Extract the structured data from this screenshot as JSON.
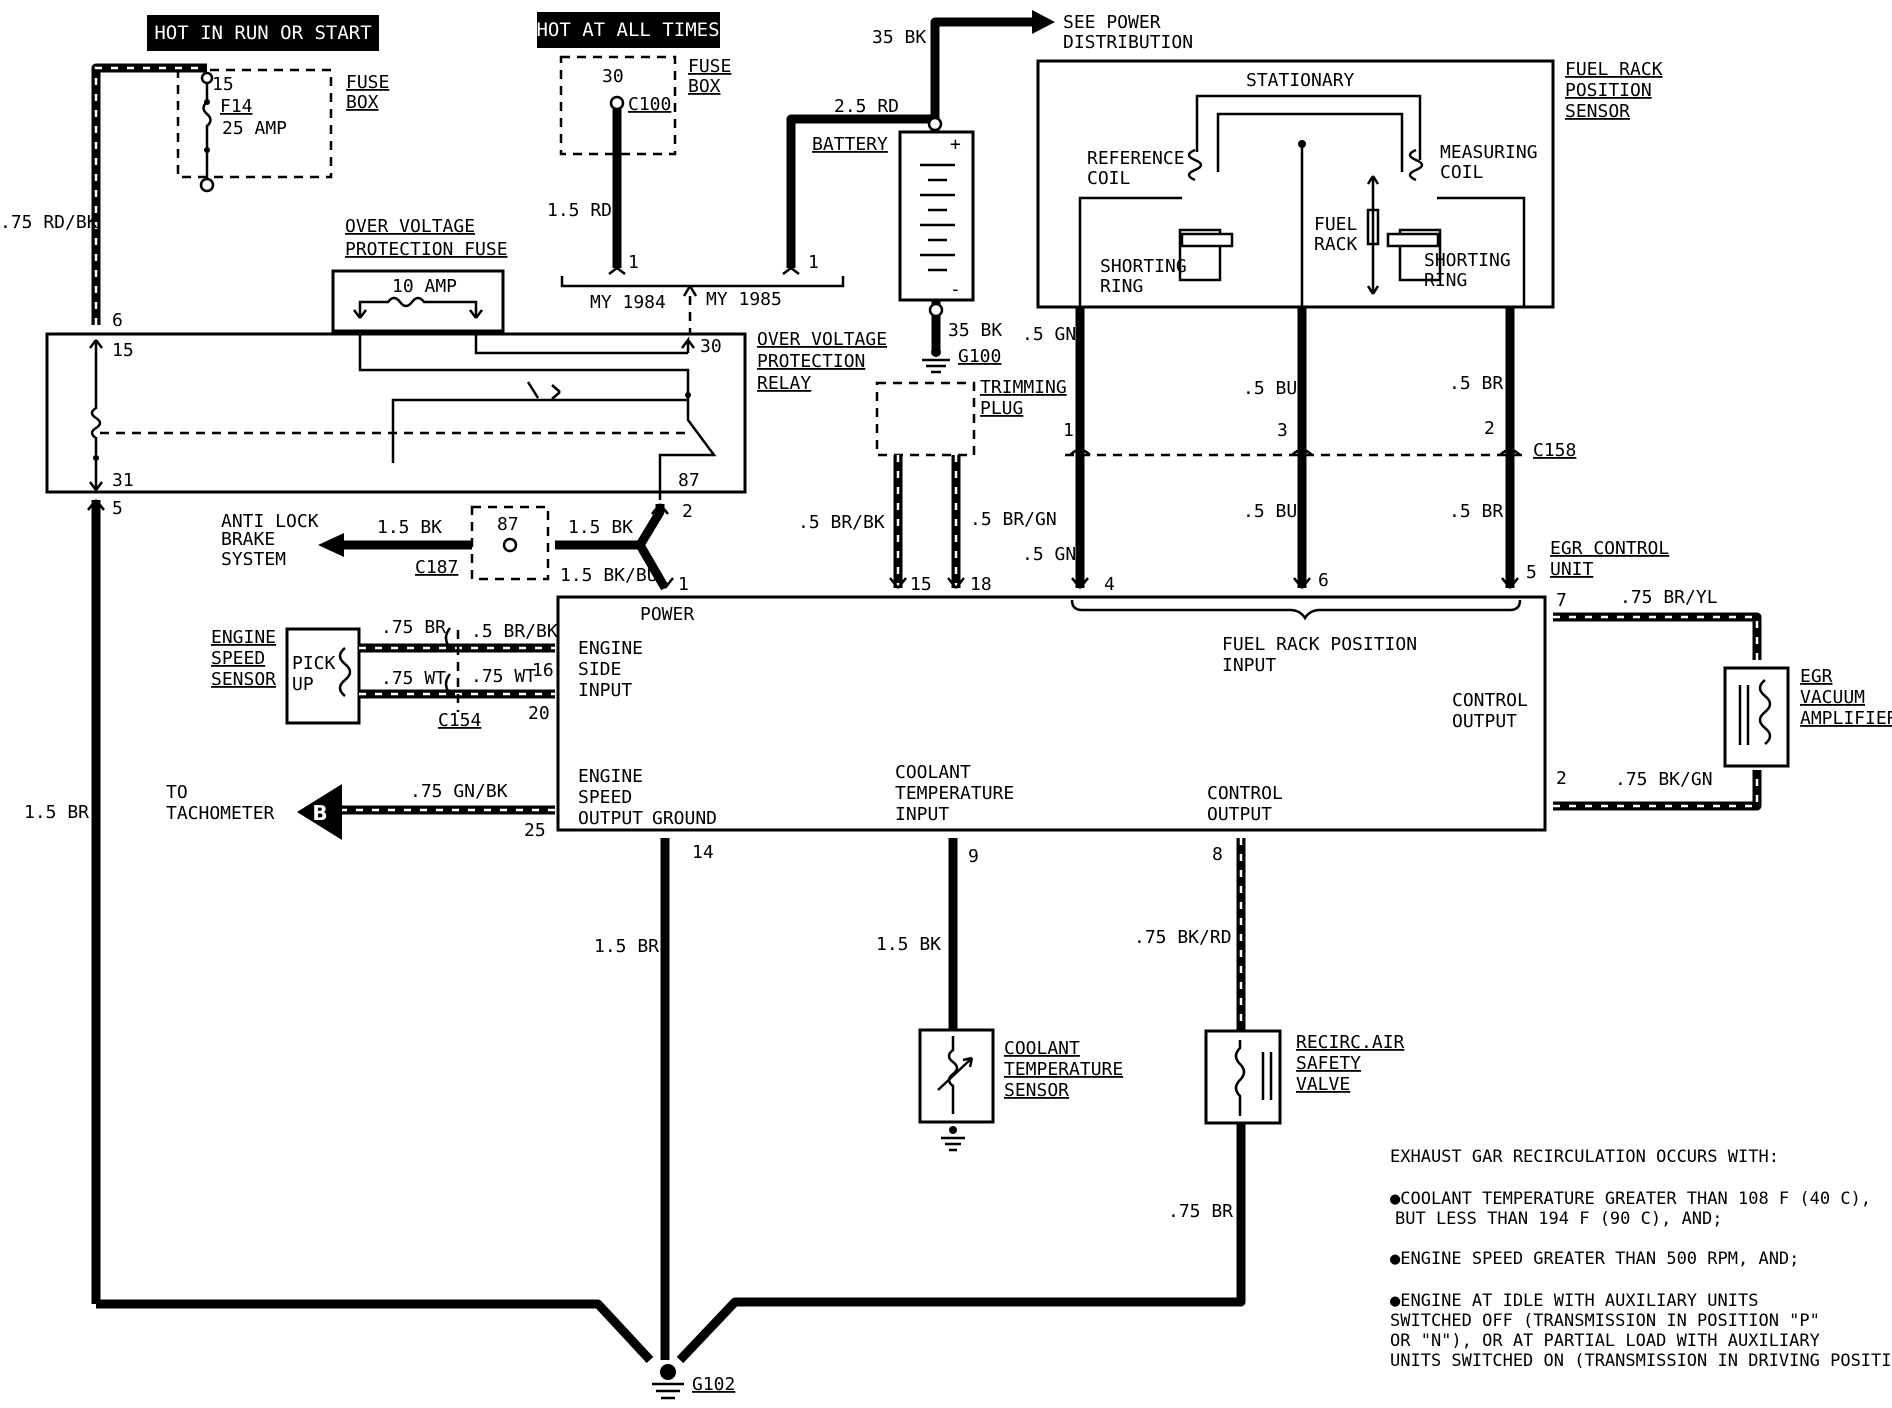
{
  "headers": {
    "hot_run_start": "HOT IN RUN OR START",
    "hot_all_times": "HOT AT ALL TIMES"
  },
  "fuse_box_left": {
    "terminal": "15",
    "fuse": "F14",
    "rating": "25 AMP",
    "label_1": "FUSE",
    "label_2": "BOX"
  },
  "fuse_box_right": {
    "terminal": "30",
    "connector": "C100",
    "label_1": "FUSE",
    "label_2": "BOX"
  },
  "ov_fuse": {
    "label_1": "OVER VOLTAGE",
    "label_2": "PROTECTION FUSE",
    "rating": "10 AMP"
  },
  "ov_relay": {
    "label_1": "OVER VOLTAGE",
    "label_2": "PROTECTION",
    "label_3": "RELAY",
    "pin_15": "15",
    "pin_30": "30",
    "pin_31": "31",
    "pin_87": "87",
    "pin_6": "6",
    "pin_5": "5",
    "pin_2": "2"
  },
  "model_year": {
    "my1984": "MY 1984",
    "my1985": "MY 1985",
    "pin_a": "1",
    "pin_b": "1"
  },
  "battery": {
    "label": "BATTERY",
    "plus": "+",
    "minus": "-",
    "ground": "G100"
  },
  "power_dist": {
    "label_1": "SEE POWER",
    "label_2": "DISTRIBUTION"
  },
  "trimming_plug": {
    "label_1": "TRIMMING",
    "label_2": "PLUG"
  },
  "frps": {
    "stationary": "STATIONARY",
    "ref_coil_1": "REFERENCE",
    "ref_coil_2": "COIL",
    "meas_coil_1": "MEASURING",
    "meas_coil_2": "COIL",
    "fuel_rack_1": "FUEL",
    "fuel_rack_2": "RACK",
    "short_l_1": "SHORTING",
    "short_l_2": "RING",
    "short_r_1": "SHORTING",
    "short_r_2": "RING",
    "label_1": "FUEL RACK",
    "label_2": "POSITION",
    "label_3": "SENSOR"
  },
  "abs": {
    "label_1": "ANTI LOCK",
    "label_2": "BRAKE",
    "label_3": "SYSTEM",
    "pin": "87",
    "connector": "C187"
  },
  "engine_speed_sensor": {
    "label_1": "ENGINE",
    "label_2": "SPEED",
    "label_3": "SENSOR",
    "pick_1": "PICK",
    "pick_2": "UP",
    "connector": "C154"
  },
  "tach": {
    "label_1": "TO",
    "label_2": "TACHOMETER",
    "arrow": "B"
  },
  "egr_unit": {
    "label_1": "EGR CONTROL",
    "label_2": "UNIT",
    "power": "POWER",
    "eng_side_1": "ENGINE",
    "eng_side_2": "SIDE",
    "eng_side_3": "INPUT",
    "frp_in_1": "FUEL RACK POSITION",
    "frp_in_2": "INPUT",
    "ctrl_out_r_1": "CONTROL",
    "ctrl_out_r_2": "OUTPUT",
    "eso_1": "ENGINE",
    "eso_2": "SPEED",
    "eso_3": "OUTPUT",
    "ground": "GROUND",
    "cti_1": "COOLANT",
    "cti_2": "TEMPERATURE",
    "cti_3": "INPUT",
    "ctrl_out_b_1": "CONTROL",
    "ctrl_out_b_2": "OUTPUT",
    "pins": {
      "p1": "1",
      "p15": "15",
      "p18": "18",
      "p4": "4",
      "p6": "6",
      "p5": "5",
      "p7": "7",
      "p2": "2",
      "p16": "16",
      "p20": "20",
      "p25": "25",
      "p14": "14",
      "p9": "9",
      "p8": "8"
    }
  },
  "egr_vac": {
    "label_1": "EGR",
    "label_2": "VACUUM",
    "label_3": "AMPLIFIER"
  },
  "coolant_sensor": {
    "label_1": "COOLANT",
    "label_2": "TEMPERATURE",
    "label_3": "SENSOR"
  },
  "recirc": {
    "label_1": "RECIRC.AIR",
    "label_2": "SAFETY",
    "label_3": "VALVE"
  },
  "c158": {
    "label": "C158",
    "pin_1": "1",
    "pin_3": "3",
    "pin_2": "2"
  },
  "ground_main": "G102",
  "wires": {
    "rd_bk": ".75 RD/BK",
    "rd_15": "1.5 RD",
    "rd_25": "2.5 RD",
    "bk_35_top": "35 BK",
    "bk_35_bat": "35 BK",
    "bk_15_abs": "1.5 BK",
    "bk_15_b": "1.5 BK",
    "bk_bu": "1.5 BK/BU",
    "br_bk": ".5 BR/BK",
    "br_gn": ".5 BR/GN",
    "gn_top": ".5 GN",
    "bu_top": ".5 BU",
    "br_top": ".5 BR",
    "gn_bot": ".5 GN",
    "bu_bot": ".5 BU",
    "br_bot": ".5 BR",
    "br_yl": ".75 BR/YL",
    "bk_gn": ".75 BK/GN",
    "br_75": ".75 BR",
    "br_bk_5": ".5 BR/BK",
    "wt_75a": ".75 WT",
    "wt_75b": ".75 WT",
    "gn_bk": ".75 GN/BK",
    "br_15_left": "1.5 BR",
    "br_15_mid": "1.5 BR",
    "bk_15_cool": "1.5 BK",
    "bk_rd": ".75 BK/RD",
    "br_75_bot": ".75 BR"
  },
  "notes": {
    "title": "EXHAUST GAR RECIRCULATION OCCURS WITH:",
    "c1": "●COOLANT TEMPERATURE GREATER THAN 108 F (40 C),",
    "c2": "BUT LESS THAN 194 F (90 C), AND;",
    "s1": "●ENGINE SPEED GREATER THAN 500 RPM, AND;",
    "i1": "●ENGINE AT IDLE WITH AUXILIARY UNITS",
    "i2": "SWITCHED OFF (TRANSMISSION IN POSITION \"P\"",
    "i3": "OR \"N\"), OR AT PARTIAL LOAD WITH AUXILIARY",
    "i4": "UNITS SWITCHED ON (TRANSMISSION IN DRIVING POSITION)."
  }
}
